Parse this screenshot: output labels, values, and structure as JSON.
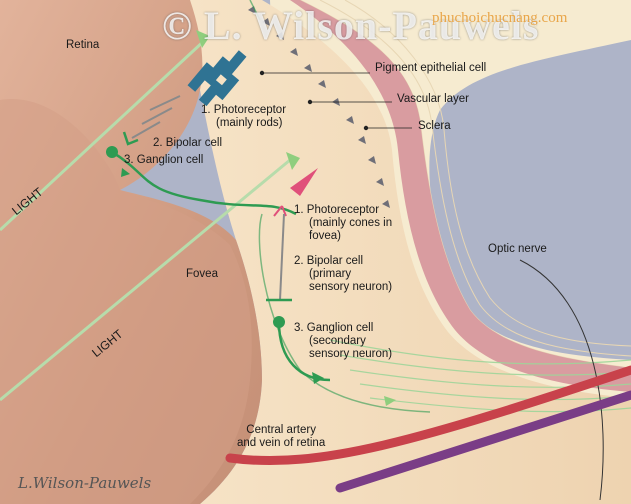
{
  "watermark": {
    "copyright": "© L. Wilson-Pauwels",
    "website": "phuchoichucnang.com",
    "signature": "L.Wilson-Pauwels"
  },
  "labels": {
    "retina": "Retina",
    "pigment_epithelial": "Pigment epithelial cell",
    "vascular_layer": "Vascular layer",
    "sclera": "Sclera",
    "rod_photoreceptor": [
      "1. Photoreceptor",
      "(mainly rods)"
    ],
    "rod_bipolar": "2. Bipolar cell",
    "rod_ganglion": "3. Ganglion cell",
    "light_upper": "LIGHT",
    "light_lower": "LIGHT",
    "fovea": "Fovea",
    "cone_photoreceptor": [
      "1. Photoreceptor",
      "(mainly cones in",
      "fovea)"
    ],
    "cone_bipolar": [
      "2. Bipolar cell",
      "(primary",
      "sensory neuron)"
    ],
    "cone_ganglion": [
      "3. Ganglion cell",
      "(secondary",
      "sensory neuron)"
    ],
    "optic_nerve": "Optic nerve",
    "central_artery": [
      "Central artery",
      "and vein of retina"
    ]
  },
  "colors": {
    "background": "#ffffff",
    "retina_tissue": "#f3ddbf",
    "inner_eye": "#d9a88f",
    "vascular_layer": "#d89ba0",
    "sclera": "#f7ecd2",
    "outer_space": "#a9b0c6",
    "nerve_fiber": "#2e9b52",
    "light_ray": "#b6dcaa",
    "rods": "#2d6f8f",
    "cone": "#e0507a",
    "artery": "#c8424b",
    "vein": "#7a3d86"
  }
}
